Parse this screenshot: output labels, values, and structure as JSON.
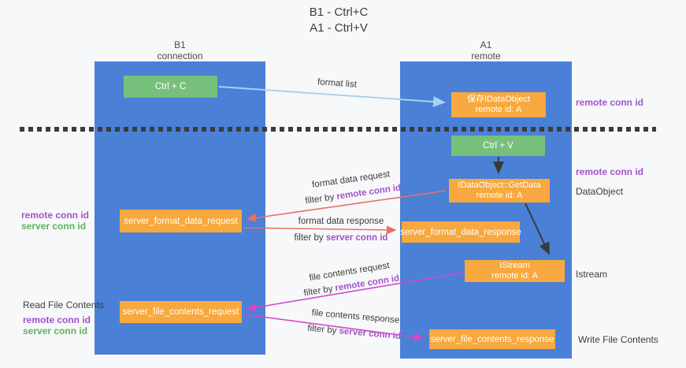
{
  "title": {
    "line1": "B1 - Ctrl+C",
    "line2": "A1 - Ctrl+V"
  },
  "columns": {
    "left": {
      "name": "B1",
      "role": "connection"
    },
    "right": {
      "name": "A1",
      "role": "remote"
    }
  },
  "nodes": {
    "ctrl_c": {
      "label": "Ctrl + C"
    },
    "saved_dataobject": {
      "line1": "保存IDataObject",
      "line2": "remote id: A"
    },
    "ctrl_v": {
      "label": "Ctrl + V"
    },
    "getdata": {
      "line1": "IDataObject::GetData",
      "line2": "remote id: A"
    },
    "istream": {
      "line1": "IStream",
      "line2": "remote id: A"
    },
    "format_request": {
      "label": "server_format_data_request"
    },
    "format_response": {
      "label": "server_format_data_response"
    },
    "file_request": {
      "label": "server_file_contents_request"
    },
    "file_response": {
      "label": "server_file_contents_response"
    }
  },
  "edges": {
    "format_list": {
      "label": "format list"
    },
    "format_data_request": {
      "label": "format data request",
      "filter_prefix": "filter by ",
      "filter_id": "remote conn id"
    },
    "format_data_response": {
      "label": "format data response",
      "filter_prefix": "filter by ",
      "filter_id": "server conn id"
    },
    "file_contents_request": {
      "label": "file contents request",
      "filter_prefix": "filter by ",
      "filter_id": "remote conn id"
    },
    "file_contents_response": {
      "label": "file contents response",
      "filter_prefix": "filter by ",
      "filter_id": "server conn id"
    }
  },
  "side_labels": {
    "right_remote_conn_1": "remote conn id",
    "right_remote_conn_2": "remote conn id",
    "dataobject": "DataObject",
    "istream": "Istream",
    "write_file": "Write File Contents",
    "read_file": "Read File Contents",
    "left_remote_conn_1": "remote conn id",
    "left_server_conn_1": "server conn id",
    "left_remote_conn_2": "remote conn id",
    "left_server_conn_2": "server conn id"
  },
  "colors": {
    "column_blue": "#4a80d6",
    "node_orange": "#f7a83e",
    "node_green": "#76c07c",
    "remote_purple": "#a352cb",
    "server_green": "#56b65a",
    "arrow_blue": "#a6d3f0",
    "arrow_black": "#3a3a3a",
    "arrow_salmon": "#e87066",
    "arrow_magenta": "#d14ac6"
  }
}
